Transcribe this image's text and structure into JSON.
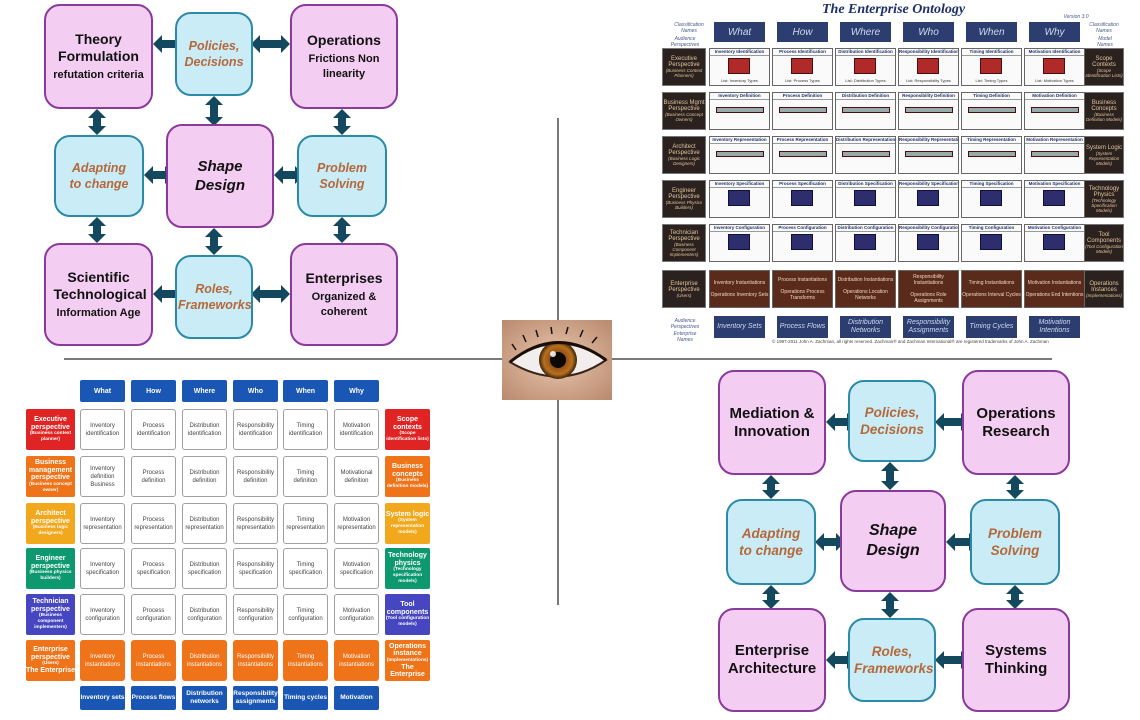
{
  "diagram_tl": {
    "theory": {
      "title": "Theory Formulation",
      "sub": "refutation criteria"
    },
    "policies": "Policies, Decisions",
    "operations": {
      "title": "Operations",
      "sub": "Frictions Non linearity"
    },
    "adapting": "Adapting to change",
    "shape": "Shape Design",
    "problem": "Problem Solving",
    "scientific": {
      "title": "Scientific Technological",
      "sub": "Information Age"
    },
    "roles": "Roles, Frameworks",
    "enterprises": {
      "title": "Enterprises",
      "sub": "Organized & coherent"
    }
  },
  "diagram_br": {
    "mediation": "Mediation & Innovation",
    "policies": "Policies, Decisions",
    "opresearch": "Operations Research",
    "adapting": "Adapting to change",
    "shape": "Shape Design",
    "problem": "Problem Solving",
    "entarch": "Enterprise Architecture",
    "roles": "Roles, Frameworks",
    "systems": "Systems Thinking"
  },
  "ontology": {
    "title": "The Enterprise Ontology",
    "version": "Version 3.0",
    "class_left": "Classification Names",
    "class_right": "Classification Names",
    "audience_top": "Audience Perspectives",
    "model_names": "Model Names",
    "audience_bottom": "Audience Perspectives",
    "enterprise_names": "Enterprise Names",
    "columns": [
      "What",
      "How",
      "Where",
      "Who",
      "When",
      "Why"
    ],
    "rows_left": [
      {
        "name": "Executive Perspective",
        "sub": "(Business Context Planners)"
      },
      {
        "name": "Business Mgmt Perspective",
        "sub": "(Business Concept Owners)"
      },
      {
        "name": "Architect Perspective",
        "sub": "(Business Logic Designers)"
      },
      {
        "name": "Engineer Perspective",
        "sub": "(Business Physics Builders)"
      },
      {
        "name": "Technician Perspective",
        "sub": "(Business Component Implementers)"
      },
      {
        "name": "Enterprise Perspective",
        "sub": "(Users)"
      }
    ],
    "rows_right": [
      {
        "name": "Scope Contexts",
        "sub": "(Scope Identification Lists)"
      },
      {
        "name": "Business Concepts",
        "sub": "(Business Definition Models)"
      },
      {
        "name": "System Logic",
        "sub": "(System Representation Models)"
      },
      {
        "name": "Technology Physics",
        "sub": "(Technology Specification Models)"
      },
      {
        "name": "Tool Components",
        "sub": "(Tool Configuration Models)"
      },
      {
        "name": "Operations Instances",
        "sub": "(Implementations)"
      }
    ],
    "cell_headers": [
      [
        "Inventory Identification",
        "Process Identification",
        "Distribution Identification",
        "Responsibility Identification",
        "Timing Identification",
        "Motivation Identification"
      ],
      [
        "Inventory Definition",
        "Process Definition",
        "Distribution Definition",
        "Responsibility Definition",
        "Timing Definition",
        "Motivation Definition"
      ],
      [
        "Inventory Representation",
        "Process Representation",
        "Distribution Representation",
        "Responsibility Representation",
        "Timing Representation",
        "Motivation Representation"
      ],
      [
        "Inventory Specification",
        "Process Specification",
        "Distribution Specification",
        "Responsibility Specification",
        "Timing Specification",
        "Motivation Specification"
      ],
      [
        "Inventory Configuration",
        "Process Configuration",
        "Distribution Configuration",
        "Responsibility Configuration",
        "Timing Configuration",
        "Motivation Configuration"
      ]
    ],
    "cell_footers": [
      [
        "List: Inventory Types",
        "List: Process Types",
        "List: Distribution Types",
        "List: Responsibility Types",
        "List: Timing Types",
        "List: Motivation Types"
      ]
    ],
    "last_row": [
      {
        "name": "Inventory Instantiations",
        "sub": "Operations Inventory Sets"
      },
      {
        "name": "Process Instantiations",
        "sub": "Operations Process Transforms"
      },
      {
        "name": "Distribution Instantiations",
        "sub": "Operations Location Networks"
      },
      {
        "name": "Responsibility Instantiations",
        "sub": "Operations Role Assignments"
      },
      {
        "name": "Timing Instantiations",
        "sub": "Operations Interval Cycles"
      },
      {
        "name": "Motivation Instantiations",
        "sub": "Operations End Intentions"
      }
    ],
    "footers": [
      "Inventory Sets",
      "Process Flows",
      "Distribution Networks",
      "Responsibility Assignments",
      "Timing Cycles",
      "Motivation Intentions"
    ],
    "copyright": "© 1987-2011 John A. Zachman, all rights reserved. Zachman® and Zachman International® are registered trademarks of John A. Zachman"
  },
  "zachman": {
    "columns": [
      "What",
      "How",
      "Where",
      "Who",
      "When",
      "Why"
    ],
    "rows": [
      {
        "left": {
          "name": "Executive perspective",
          "sub": "(Business context planner)"
        },
        "right": {
          "name": "Scope contexts",
          "sub": "(Scope identification lists)"
        },
        "cells": [
          "Inventory identification",
          "Process identification",
          "Distribution identification",
          "Responsibility identification",
          "Timing identification",
          "Motivation identification"
        ],
        "colors": {
          "left": "#e02424",
          "right": "#e02424"
        }
      },
      {
        "left": {
          "name": "Business management perspective",
          "sub": "(Business concept owner)"
        },
        "right": {
          "name": "Business concepts",
          "sub": "(Business definition models)"
        },
        "cells": [
          "Inventory definition Business",
          "Process definition",
          "Distribution definition",
          "Responsibility definition",
          "Timing definition",
          "Motivational definition"
        ],
        "colors": {
          "left": "#ef7318",
          "right": "#ef7318"
        }
      },
      {
        "left": {
          "name": "Architect perspective",
          "sub": "(Business logic designers)"
        },
        "right": {
          "name": "System logic",
          "sub": "(System representation models)"
        },
        "cells": [
          "Inventory representation",
          "Process representation",
          "Distribution representation",
          "Responsibility representation",
          "Timing representation",
          "Motivation representation"
        ],
        "colors": {
          "left": "#f2a81d",
          "right": "#f2a81d"
        }
      },
      {
        "left": {
          "name": "Engineer perspective",
          "sub": "(Business physics builders)"
        },
        "right": {
          "name": "Technology physics",
          "sub": "(Technology specification models)"
        },
        "cells": [
          "Inventory specification",
          "Process specification",
          "Distribution specification",
          "Responsibility specification",
          "Timing specification",
          "Motivation specification"
        ],
        "colors": {
          "left": "#0e9870",
          "right": "#0e9870"
        }
      },
      {
        "left": {
          "name": "Technician perspective",
          "sub": "(Business component implementers)"
        },
        "right": {
          "name": "Tool components",
          "sub": "(Tool configuration models)"
        },
        "cells": [
          "Inventory configuration",
          "Process configuration",
          "Distribution configuration",
          "Responsibility configuration",
          "Timing configuration",
          "Motivation configuration"
        ],
        "colors": {
          "left": "#4646c0",
          "right": "#4646c0"
        }
      },
      {
        "left": {
          "name": "Enterprise perspective",
          "sub": "(Users)",
          "extra": "The Enterprise"
        },
        "right": {
          "name": "Operations instance",
          "sub": "(Implementations)",
          "extra": "The Enterprise"
        },
        "cells": [
          "Inventory instantiations",
          "Process instantiations",
          "Distribution instantiations",
          "Responsibility instantiations",
          "Timing instantiations",
          "Motivation instantiations"
        ],
        "colors": {
          "left": "#ef7318",
          "right": "#ef7318"
        }
      }
    ],
    "footers": [
      "Inventory sets",
      "Process flows",
      "Distribution networks",
      "Responsibility assignments",
      "Timing cycles",
      "Motivation"
    ],
    "colors": {
      "header": "#1a56b4",
      "orange": "#ef7318"
    }
  },
  "colors": {
    "pink": "#f3cdf2",
    "pink_border": "#8a3a9a",
    "blue": "#c9ecf7",
    "blue_border": "#2b8aa6",
    "connector": "#14485e",
    "italic_text": "#b5683a"
  }
}
